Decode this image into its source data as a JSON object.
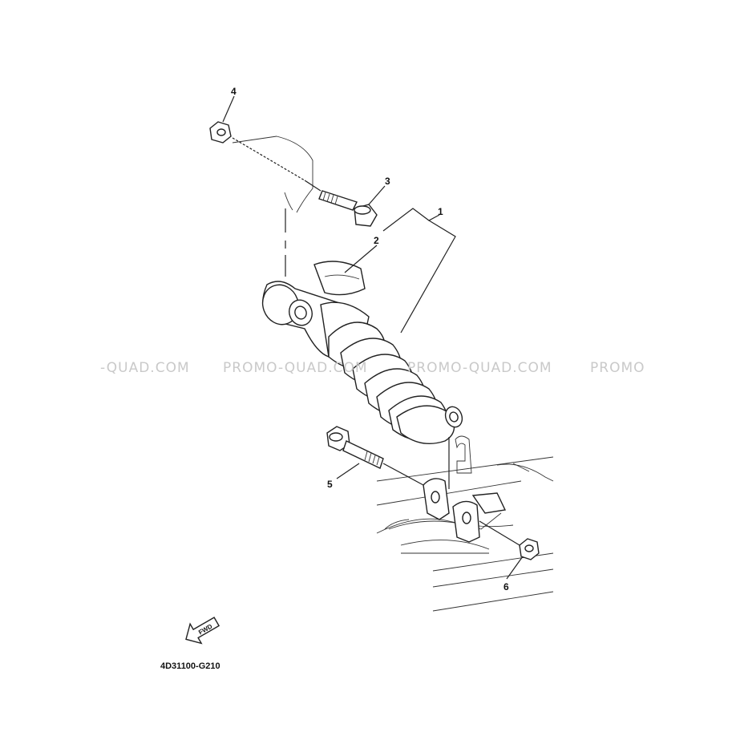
{
  "diagram": {
    "callouts": [
      {
        "id": "1",
        "label": "1"
      },
      {
        "id": "2",
        "label": "2"
      },
      {
        "id": "3",
        "label": "3"
      },
      {
        "id": "4",
        "label": "4"
      },
      {
        "id": "5",
        "label": "5"
      },
      {
        "id": "6",
        "label": "6"
      }
    ],
    "watermarks": [
      "-QUAD.COM",
      "PROMO-QUAD.COM",
      "PROMO-QUAD.COM",
      "PROMO"
    ],
    "forward_arrow_label": "FWD",
    "drawing_code": "4D31100-G210"
  }
}
